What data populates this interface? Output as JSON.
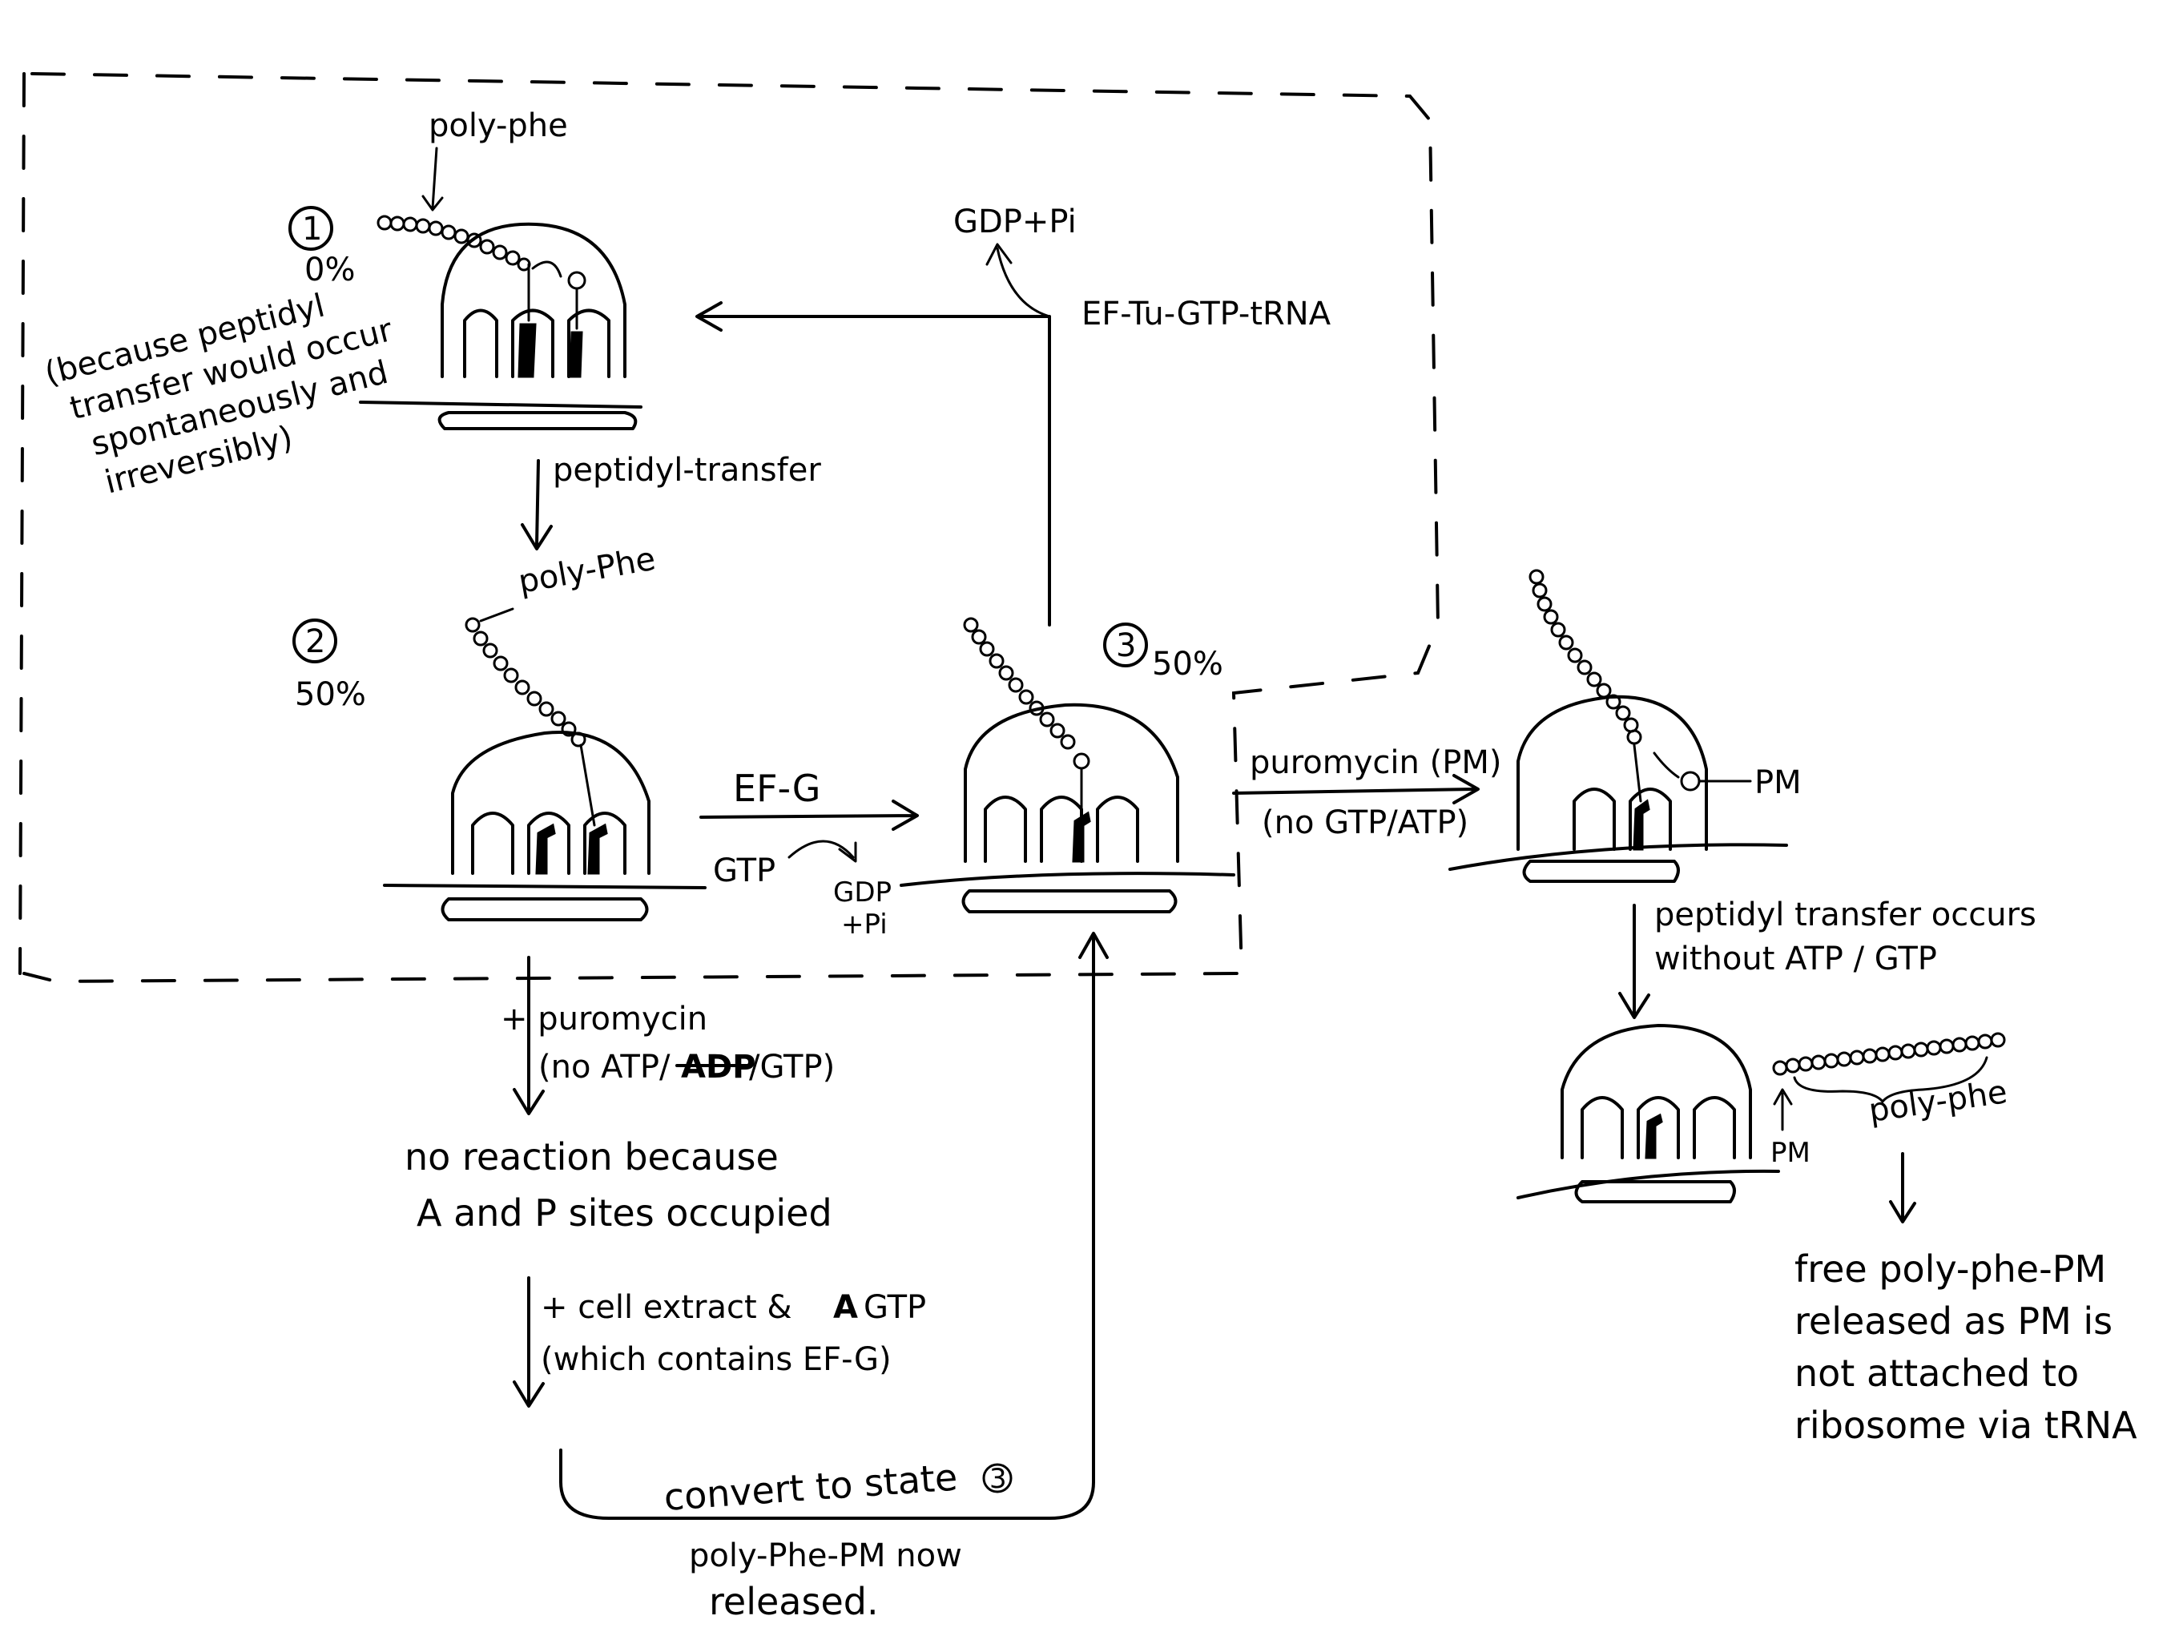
{
  "labels": {
    "poly_phe_1": "poly-phe",
    "state1_number": "1",
    "state1_percent": "0%",
    "state1_reason_line1": "(because peptidyl",
    "state1_reason_line2": "transfer would occur",
    "state1_reason_line3": "spontaneously and",
    "state1_reason_line4": "irreversibly)",
    "peptidyl_transfer": "peptidyl-transfer",
    "poly_phe_2": "poly-Phe",
    "state2_number": "2",
    "state2_percent": "50%",
    "ef_g": "EF-G",
    "gtp": "GTP",
    "gdp": "GDP",
    "pi": "+Pi",
    "state3_number": "3",
    "state3_percent": "50%",
    "gdp_pi_top": "GDP+Pi",
    "ef_tu_complex": "EF-Tu-GTP-tRNA",
    "puromycin_pm": "puromycin (PM)",
    "no_gtp_atp": "(no GTP/ATP)",
    "pm_label": "PM",
    "plus_puromycin": "+ puromycin",
    "no_atp_gtp_prefix": "(no ATP/",
    "no_atp_gtp_struck": "ADP",
    "no_atp_gtp_suffix": "/GTP)",
    "no_reaction_line1": "no reaction because",
    "no_reaction_line2": "A and P sites occupied",
    "cell_extract_line1": "+ cell extract &",
    "cell_extract_struck": "A",
    "cell_extract_gtp": "GTP",
    "cell_extract_line2": "(which contains EF-G)",
    "convert_state": "convert to state",
    "convert_state_number": "3",
    "released_line1": "poly-Phe-PM now",
    "released_line2": "released.",
    "peptidyl_no_energy_line1": "peptidyl transfer occurs",
    "peptidyl_no_energy_line2": "without ATP / GTP",
    "pm_bottom": "PM",
    "poly_phe_bottom": "poly-phe",
    "free_line1": "free poly-phe-PM",
    "free_line2": "released as PM is",
    "free_line3": "not attached to",
    "free_line4": "ribosome via tRNA"
  }
}
